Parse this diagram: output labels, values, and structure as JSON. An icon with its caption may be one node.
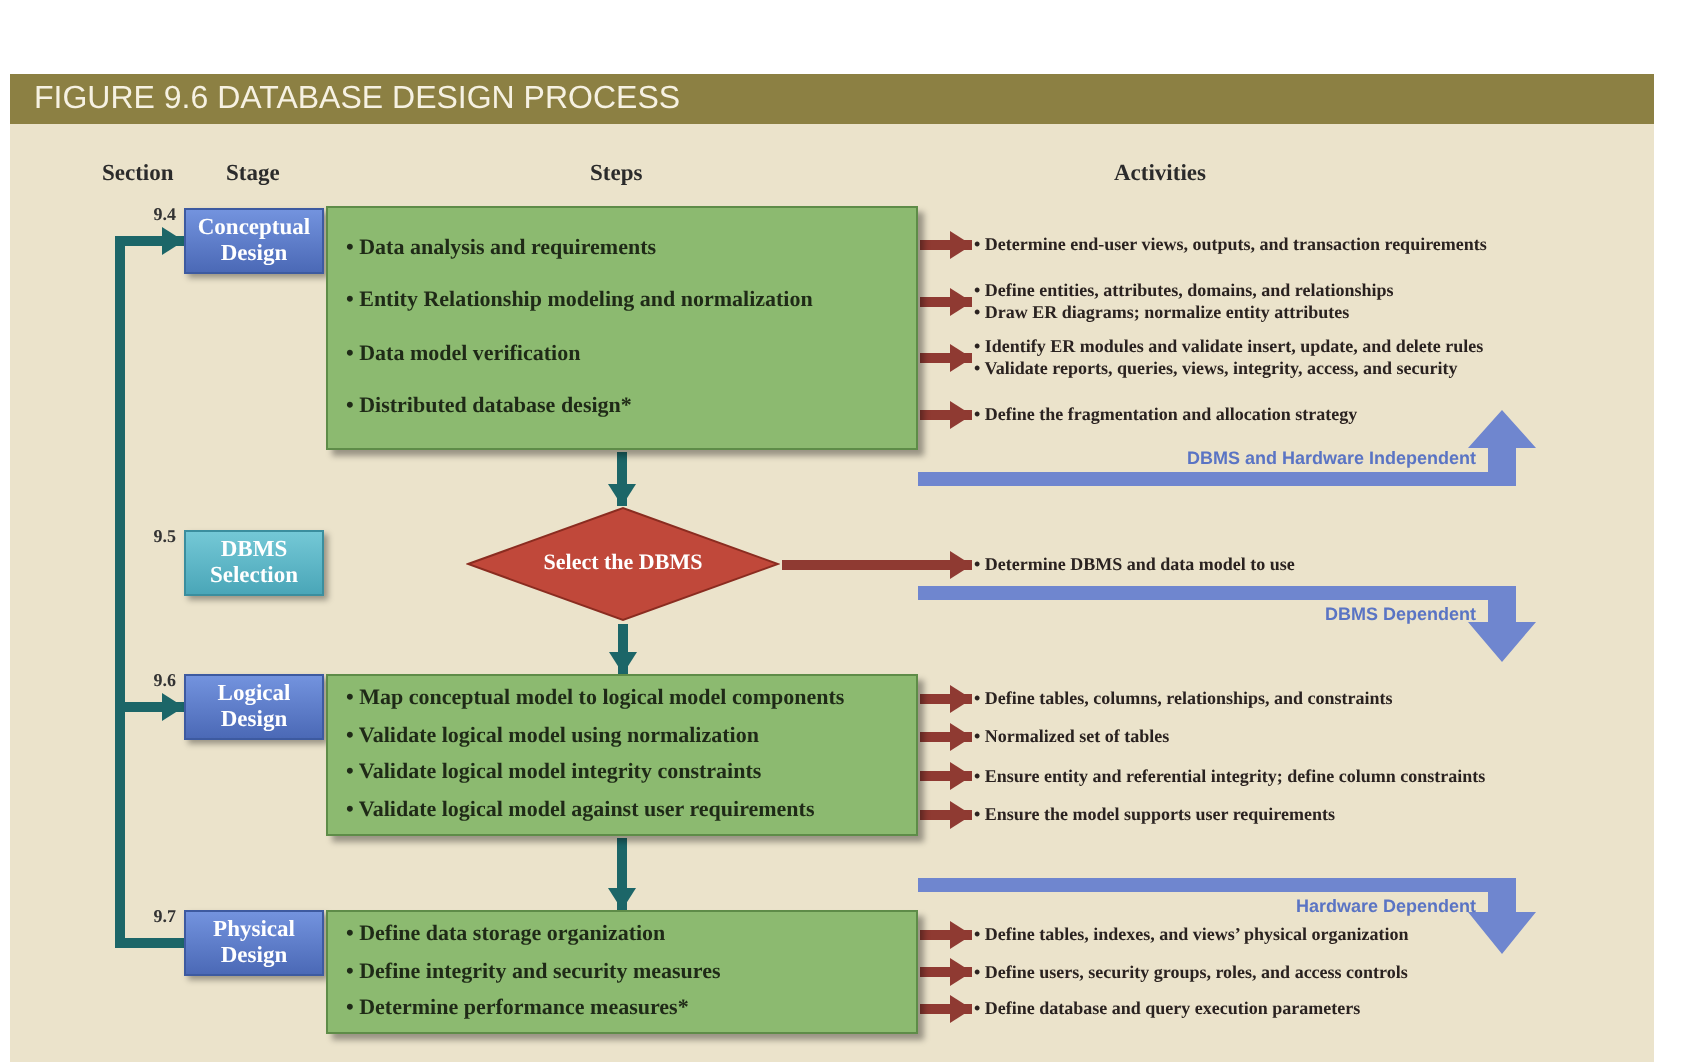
{
  "diagram": {
    "title": "FIGURE 9.6 DATABASE DESIGN PROCESS",
    "nodes": [
      {
        "text": [
          "Conceptual Design"
        ],
        "beside": [
          "9.4"
        ]
      },
      {
        "text": [
          "• Data analysis and requirements",
          "• Entity Relationship modeling and normalization",
          "• Data model verification",
          "• Distributed database design*"
        ]
      },
      {
        "text": [
          "• Determine end-user views, outputs, and transaction requirements"
        ]
      },
      {
        "text": [
          "• Define entities, attributes, domains, and relationships",
          "• Draw ER diagrams; normalize entity attributes"
        ]
      },
      {
        "text": [
          "• Identify ER modules and validate insert, update, and delete rules",
          "• Validate reports, queries, views, integrity, access, and security"
        ]
      },
      {
        "text": [
          "• Define the fragmentation and allocation strategy"
        ]
      },
      {
        "text": [
          "DBMS and Hardware Independent"
        ]
      },
      {
        "text": [
          "DBMS Selection"
        ],
        "beside": [
          "9.5"
        ]
      },
      {
        "text": [
          "Select the DBMS"
        ]
      },
      {
        "text": [
          "• Determine DBMS and data model to use"
        ]
      },
      {
        "text": [
          "DBMS Dependent"
        ]
      },
      {
        "text": [
          "Logical Design"
        ],
        "beside": [
          "9.6"
        ]
      },
      {
        "text": [
          "• Map conceptual model to logical model components",
          "• Validate logical model using normalization",
          "• Validate logical model integrity constraints",
          "• Validate logical model against user requirements"
        ]
      },
      {
        "text": [
          "• Define tables, columns, relationships, and constraints"
        ]
      },
      {
        "text": [
          "• Normalized set of tables"
        ]
      },
      {
        "text": [
          "• Ensure entity and referential integrity; define column constraints"
        ]
      },
      {
        "text": [
          "• Ensure the model supports user requirements"
        ]
      },
      {
        "text": [
          "Hardware Dependent"
        ]
      },
      {
        "text": [
          "Physical Design"
        ],
        "beside": [
          "9.7"
        ]
      },
      {
        "text": [
          "• Define data storage organization",
          "• Define integrity and security measures",
          "• Determine performance measures*"
        ]
      },
      {
        "text": [
          "• Define tables, indexes, and views’ physical organization"
        ]
      },
      {
        "text": [
          "• Define users, security groups, roles, and access controls"
        ]
      },
      {
        "text": [
          "• Define database and query execution parameters"
        ]
      }
    ],
    "edges": [
      {
        "from": 1,
        "to": 2,
        "arrow": "to"
      },
      {
        "from": 1,
        "to": 3,
        "arrow": "to"
      },
      {
        "from": 1,
        "to": 4,
        "arrow": "to"
      },
      {
        "from": 1,
        "to": 5,
        "arrow": "to"
      },
      {
        "from": 1,
        "to": 8,
        "arrow": "to",
        "color": "#1c6668"
      },
      {
        "from": 8,
        "to": 9,
        "arrow": "to"
      },
      {
        "from": 8,
        "to": 12,
        "arrow": "to",
        "color": "#1c6668"
      },
      {
        "from": 12,
        "to": 13,
        "arrow": "to"
      },
      {
        "from": 12,
        "to": 14,
        "arrow": "to"
      },
      {
        "from": 12,
        "to": 15,
        "arrow": "to"
      },
      {
        "from": 12,
        "to": 16,
        "arrow": "to"
      },
      {
        "from": 12,
        "to": 19,
        "arrow": "to",
        "color": "#1c6668"
      },
      {
        "from": 19,
        "to": 20,
        "arrow": "to"
      },
      {
        "from": 19,
        "to": 21,
        "arrow": "to"
      },
      {
        "from": 19,
        "to": 22,
        "arrow": "to"
      },
      {
        "from": 18,
        "to": 0,
        "arrow": "to",
        "color": "#1c6668"
      },
      {
        "from": 18,
        "to": 11,
        "arrow": "to",
        "color": "#1c6668"
      }
    ],
    "labels": [
      "Section",
      "Stage",
      "Steps",
      "Activities"
    ]
  }
}
